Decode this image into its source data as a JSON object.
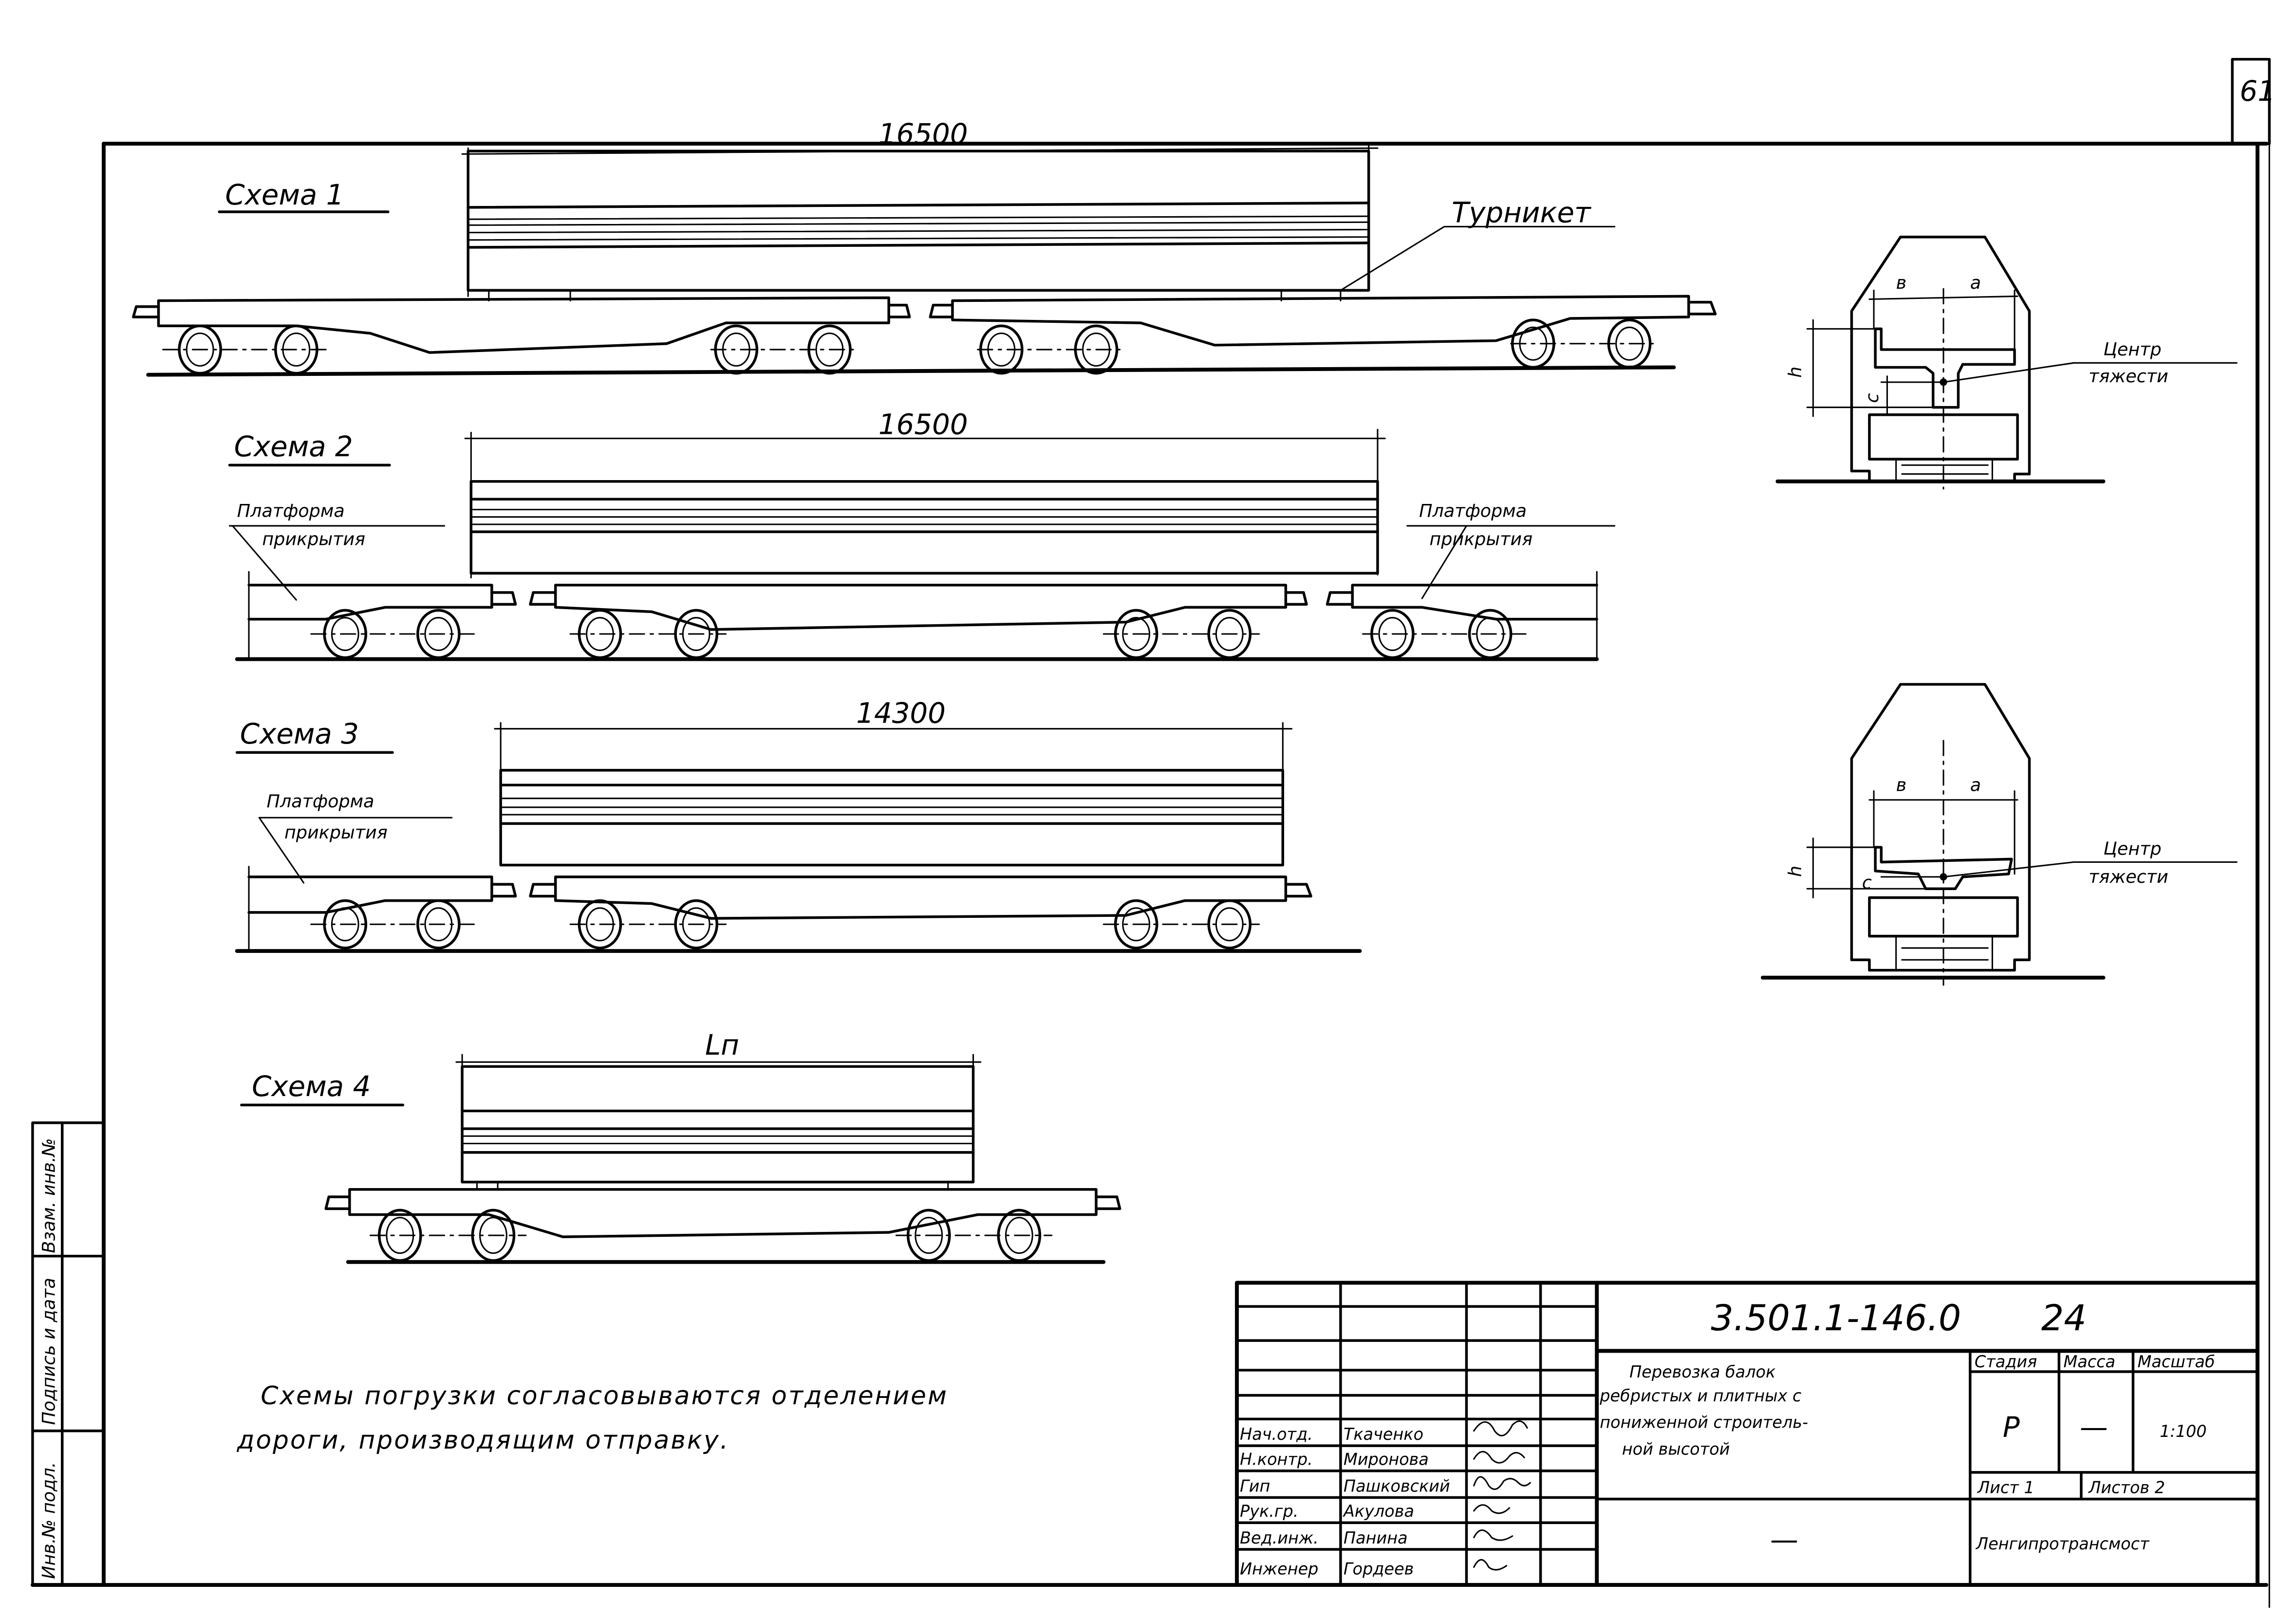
{
  "sheet": {
    "page_number": "61",
    "document_code": "3.501.1-146.0",
    "drawing_number": "24"
  },
  "schemes": [
    {
      "label": "Схема 1",
      "dimension": "16500",
      "callouts": [
        "Турникет"
      ]
    },
    {
      "label": "Схема 2",
      "dimension": "16500",
      "callouts": [
        "Платформа прикрытия",
        "Платформа прикрытия"
      ]
    },
    {
      "label": "Схема 3",
      "dimension": "14300",
      "callouts": [
        "Платформа прикрытия"
      ]
    },
    {
      "label": "Схема 4",
      "dimension": "Lп",
      "callouts": []
    }
  ],
  "callouts": {
    "turnstile": "Турникет",
    "cover_platform_line1": "Платформа",
    "cover_platform_line2": "прикрытия"
  },
  "cross_sections": [
    {
      "dim_b": "в",
      "dim_a": "а",
      "dim_h": "h",
      "dim_c": "с",
      "cg_line1": "Центр",
      "cg_line2": "тяжести"
    },
    {
      "dim_b": "в",
      "dim_a": "а",
      "dim_h": "h",
      "dim_c": "с",
      "cg_line1": "Центр",
      "cg_line2": "тяжести"
    }
  ],
  "note": {
    "line1": "Схемы погрузки согласовываются отделением",
    "line2": "дороги, производящим отправку."
  },
  "side_stamp": {
    "cells": [
      "Взам. инв.№",
      "Подпись и дата",
      "Инв.№ подл."
    ]
  },
  "title_block": {
    "code": "3.501.1-146.0",
    "sheet_no": "24",
    "title_lines": [
      "Перевозка балок",
      "ребристых и плитных с",
      "пониженной строитель-",
      "ной высотой"
    ],
    "headers": {
      "stage": "Стадия",
      "mass": "Масса",
      "scale": "Масштаб"
    },
    "values": {
      "stage": "Р",
      "mass": "—",
      "scale": "1:100"
    },
    "sheet_label": "Лист 1",
    "sheets_label": "Листов 2",
    "organization": "Ленгипротрансмост",
    "blank_field": "—",
    "signatures": [
      {
        "role": "Нач.отд.",
        "name": "Ткаченко"
      },
      {
        "role": "Н.контр.",
        "name": "Миронова"
      },
      {
        "role": "Гип",
        "name": "Пашковский"
      },
      {
        "role": "Рук.гр.",
        "name": "Акулова"
      },
      {
        "role": "Вед.инж.",
        "name": "Панина"
      },
      {
        "role": "Инженер",
        "name": "Гордеев"
      }
    ]
  }
}
